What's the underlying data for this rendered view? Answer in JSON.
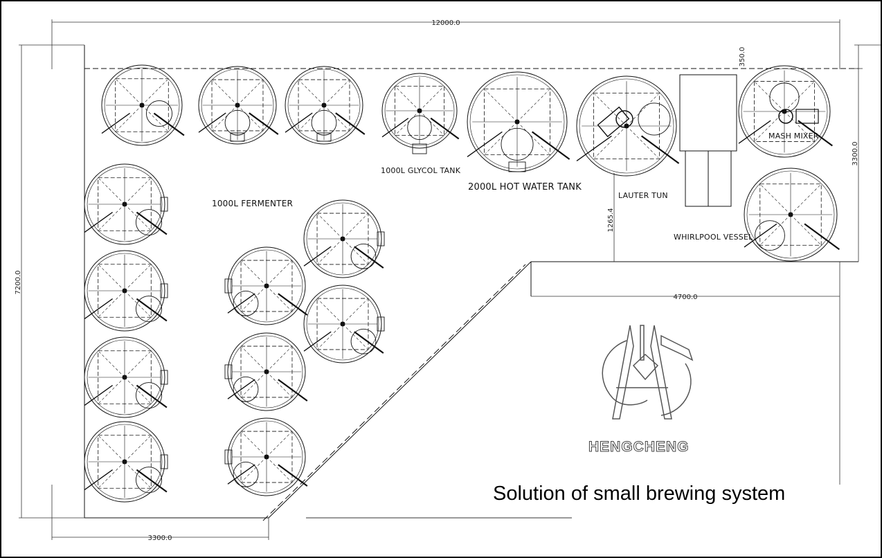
{
  "dimensions": {
    "top_width": "12000.0",
    "top_offset": "350.0",
    "right_height": "3300.0",
    "left_height": "7200.0",
    "bottom_width": "3300.0",
    "middle_width": "4700.0",
    "vertical_offset": "1265.4"
  },
  "labels": {
    "fermenter": "1000L FERMENTER",
    "glycol_tank": "1000L GLYCOL TANK",
    "hot_water_tank": "2000L HOT WATER TANK",
    "lauter_tun": "LAUTER TUN",
    "mash_mixer": "MASH MIXER",
    "whirlpool_vessel": "WHIRLPOOL VESSEL"
  },
  "brand": "HENGCHENG",
  "caption": "Solution of small brewing system"
}
